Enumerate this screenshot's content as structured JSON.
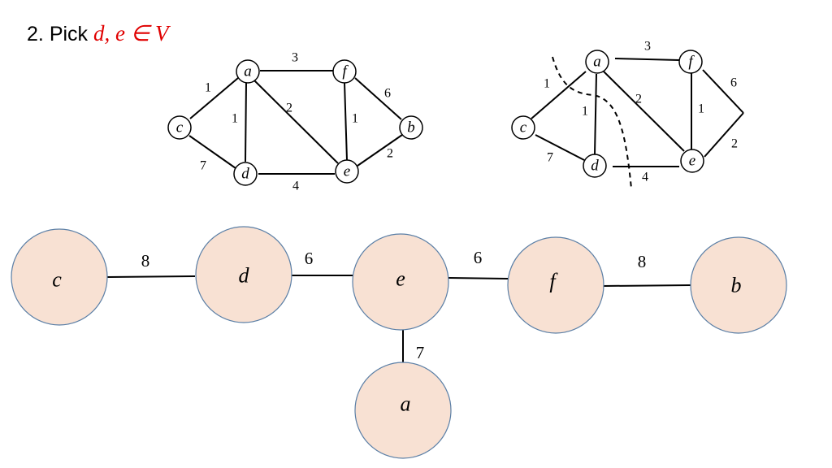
{
  "slide": {
    "step_number": "2.",
    "step_text": "Pick",
    "step_math": "d, e ∈ V"
  },
  "graph_left": {
    "nodes": [
      "a",
      "f",
      "c",
      "b",
      "d",
      "e"
    ],
    "edge_weights": {
      "a_f": "3",
      "c_a": "1",
      "a_d": "1",
      "a_e": "2",
      "f_e": "1",
      "f_b": "6",
      "e_b": "2",
      "c_d": "7",
      "d_e": "4"
    }
  },
  "graph_right": {
    "nodes": [
      "a",
      "f",
      "c",
      "d",
      "e"
    ],
    "edge_weights": {
      "a_f": "3",
      "c_a": "1",
      "a_d": "1",
      "a_e": "2",
      "f_e": "1",
      "f_b": "6",
      "e_b": "2",
      "c_d": "7",
      "d_e": "4"
    }
  },
  "contracted_graph": {
    "node_fill": "#f8e1d3",
    "node_stroke": "#5b7fa6",
    "nodes": [
      "c",
      "d",
      "e",
      "f",
      "b",
      "a"
    ],
    "edge_weights": {
      "c_d": "8",
      "d_e": "6",
      "e_f": "6",
      "f_b": "8",
      "e_a": "7"
    }
  },
  "colors": {
    "accent": "#e00000",
    "line": "#000000"
  }
}
